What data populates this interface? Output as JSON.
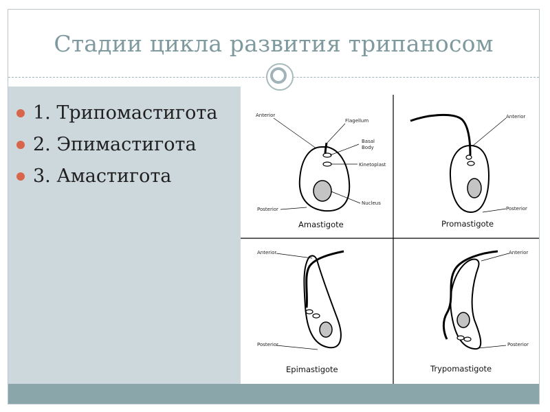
{
  "slide": {
    "title": "Стадии цикла развития трипаносом",
    "bullets": [
      "1. Трипомастигота",
      "2. Эпимастигота",
      "3. Амастигота"
    ]
  },
  "diagram": {
    "panels": {
      "amastigote": {
        "name": "Amastigote",
        "labels": {
          "anterior": "Anterior",
          "flagellum": "Flagellum",
          "basal_body_1": "Basal",
          "basal_body_2": "Body",
          "kinetoplast": "Kinetoplast",
          "nucleus": "Nucleus",
          "posterior": "Posterior"
        }
      },
      "promastigote": {
        "name": "Promastigote",
        "labels": {
          "anterior": "Anterior",
          "posterior": "Posterior"
        }
      },
      "epimastigote": {
        "name": "Epimastigote",
        "labels": {
          "anterior": "Anterior",
          "posterior": "Posterior"
        }
      },
      "trypomastigote": {
        "name": "Trypomastigote",
        "labels": {
          "anterior": "Anterior",
          "posterior": "Posterior"
        }
      }
    }
  },
  "colors": {
    "title": "#7f9a9e",
    "bullet": "#d9654a",
    "content_bg": "#cdd8dd",
    "bottom_bar": "#8aa6aa"
  }
}
